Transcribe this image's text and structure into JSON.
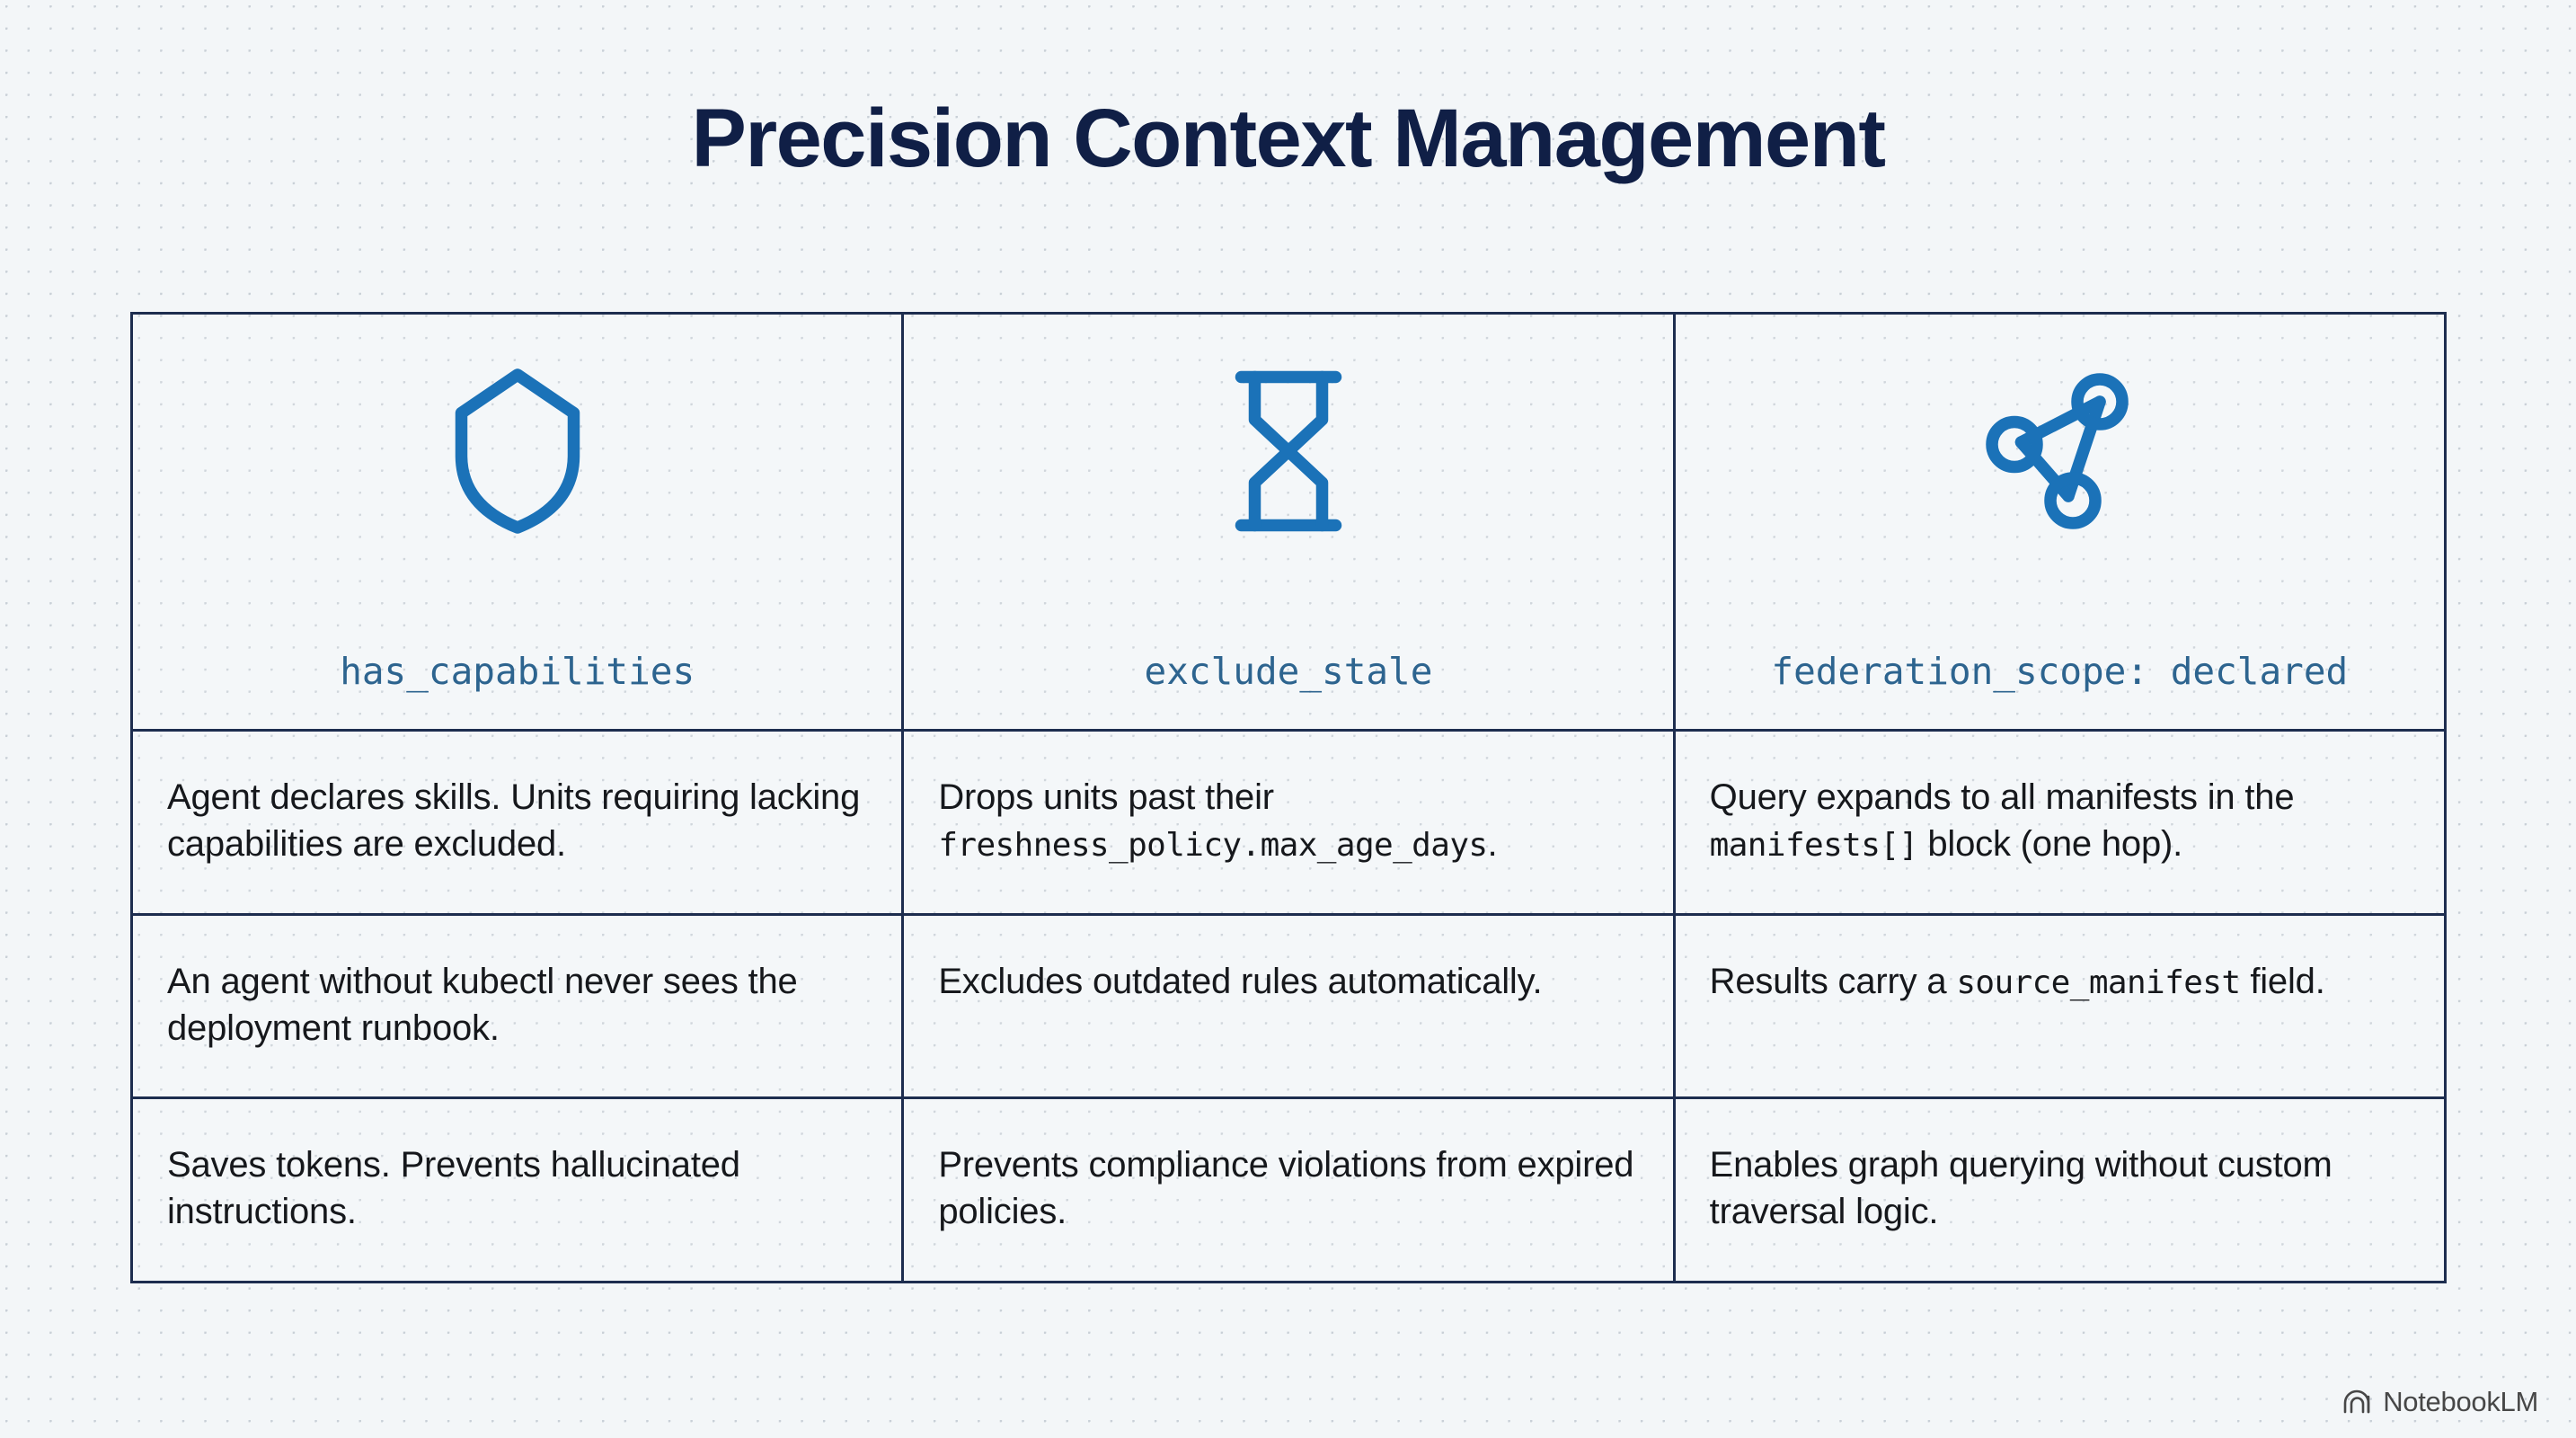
{
  "slide": {
    "title": "Precision Context Management",
    "title_color": "#101f46",
    "background_color": "#f3f6f8",
    "accent_icon_color": "#1b72b8",
    "header_label_color": "#2d648f",
    "border_color": "#1d2d4f",
    "body_text_color": "#16181c"
  },
  "table": {
    "columns": [
      {
        "icon": "shield-icon",
        "label": "has_capabilities",
        "cells": [
          {
            "parts": [
              {
                "type": "text",
                "value": "Agent declares skills. Units requiring lacking capabilities are excluded."
              }
            ],
            "plain": "Agent declares skills. Units requiring lacking capabilities are excluded."
          },
          {
            "parts": [
              {
                "type": "text",
                "value": "An agent without kubectl never sees the deployment runbook."
              }
            ],
            "plain": "An agent without kubectl never sees the deployment runbook."
          },
          {
            "parts": [
              {
                "type": "text",
                "value": "Saves tokens. Prevents hallucinated instructions."
              }
            ],
            "plain": "Saves tokens. Prevents hallucinated instructions."
          }
        ]
      },
      {
        "icon": "hourglass-icon",
        "label": "exclude_stale",
        "cells": [
          {
            "parts": [
              {
                "type": "text",
                "value": "Drops units past their "
              },
              {
                "type": "code",
                "value": "freshness_policy.max_age_days"
              },
              {
                "type": "text",
                "value": "."
              }
            ],
            "plain": "Drops units past their freshness_policy.max_age_days."
          },
          {
            "parts": [
              {
                "type": "text",
                "value": "Excludes outdated rules automatically."
              }
            ],
            "plain": "Excludes outdated rules automatically."
          },
          {
            "parts": [
              {
                "type": "text",
                "value": "Prevents compliance violations from expired policies."
              }
            ],
            "plain": "Prevents compliance violations from expired policies."
          }
        ]
      },
      {
        "icon": "network-graph-icon",
        "label": "federation_scope: declared",
        "cells": [
          {
            "parts": [
              {
                "type": "text",
                "value": "Query expands to all manifests in the "
              },
              {
                "type": "code",
                "value": "manifests[]"
              },
              {
                "type": "text",
                "value": " block (one hop)."
              }
            ],
            "plain": "Query expands to all manifests in the manifests[] block (one hop)."
          },
          {
            "parts": [
              {
                "type": "text",
                "value": "Results carry a "
              },
              {
                "type": "code",
                "value": "source_manifest"
              },
              {
                "type": "text",
                "value": " field."
              }
            ],
            "plain": "Results carry a source_manifest field."
          },
          {
            "parts": [
              {
                "type": "text",
                "value": "Enables graph querying without custom traversal logic."
              }
            ],
            "plain": "Enables graph querying without custom traversal logic."
          }
        ]
      }
    ]
  },
  "watermark": {
    "text": "NotebookLM",
    "icon": "notebooklm-logo-icon"
  }
}
